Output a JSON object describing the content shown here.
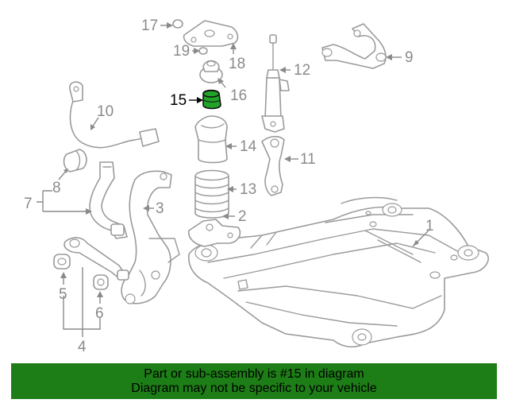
{
  "callouts": {
    "c1": "1",
    "c2": "2",
    "c3": "3",
    "c4": "4",
    "c5": "5",
    "c6": "6",
    "c7": "7",
    "c8": "8",
    "c9": "9",
    "c10": "10",
    "c11": "11",
    "c12": "12",
    "c13": "13",
    "c14": "14",
    "c15": "15",
    "c16": "16",
    "c17": "17",
    "c18": "18",
    "c19": "19"
  },
  "highlight": {
    "part_color": "#22a32a",
    "label_color": "#000000"
  },
  "banner": {
    "line1": "Part or sub-assembly is #15 in diagram",
    "line2": "Diagram may not be specific to your vehicle",
    "background": "#1d7d16"
  }
}
